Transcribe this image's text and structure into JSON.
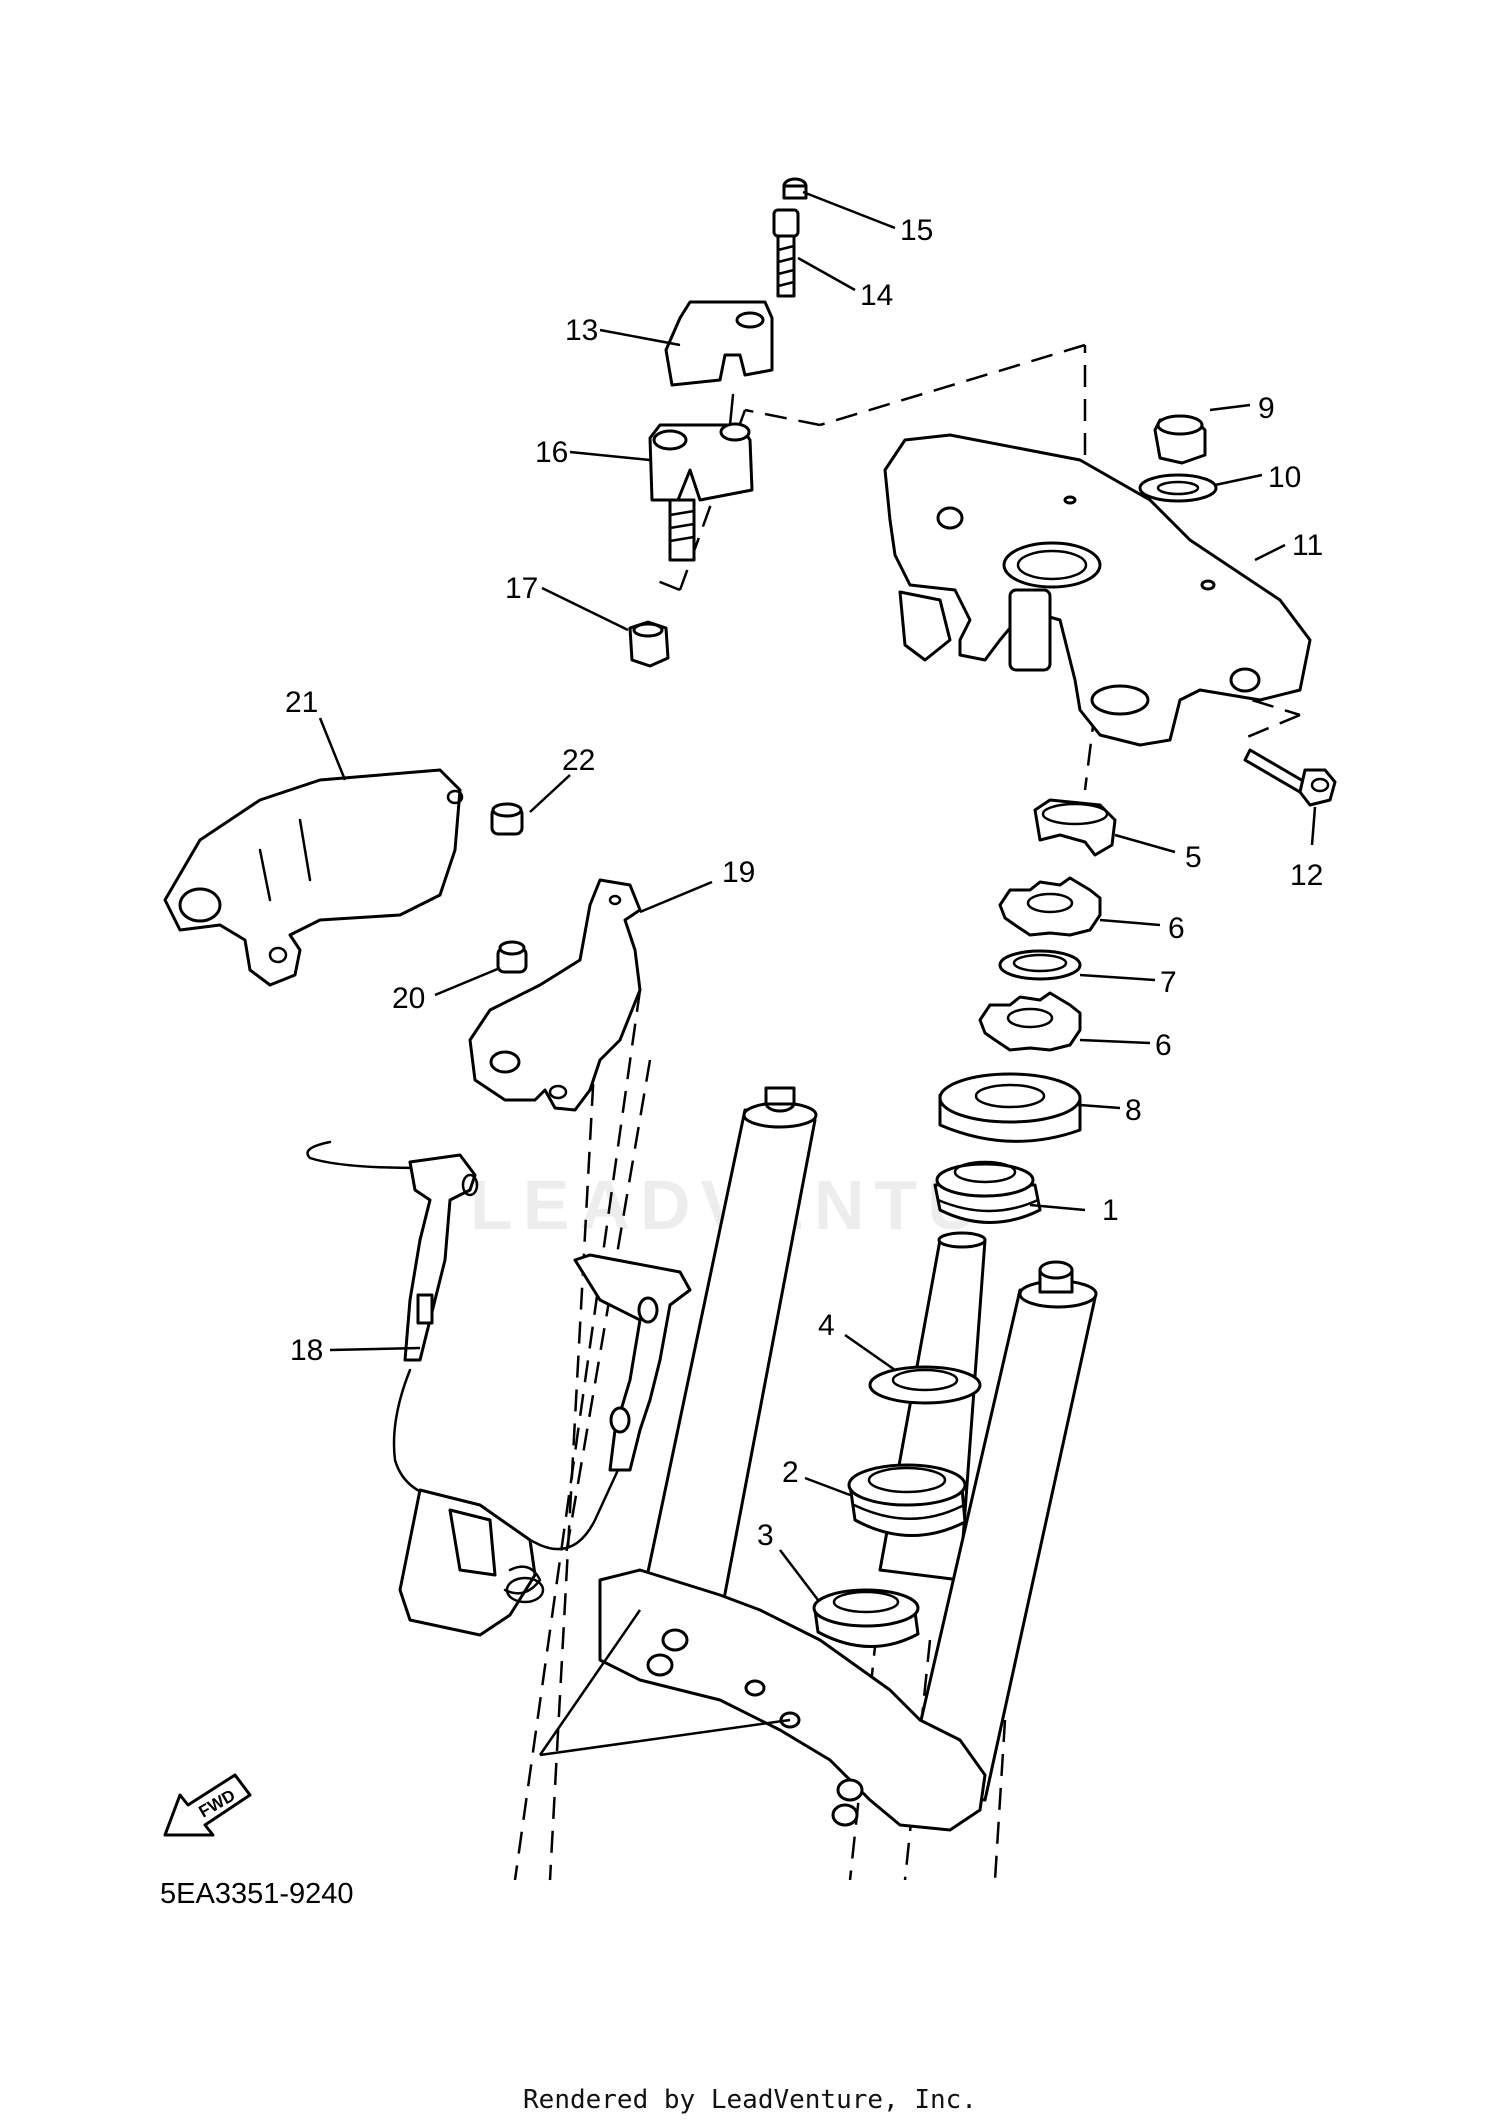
{
  "diagram": {
    "part_numbers": [
      "1",
      "2",
      "3",
      "4",
      "5",
      "6",
      "6",
      "7",
      "8",
      "9",
      "10",
      "11",
      "12",
      "13",
      "14",
      "15",
      "16",
      "17",
      "18",
      "19",
      "20",
      "21",
      "22"
    ],
    "reference_code": "5EA3351-9240",
    "fwd_label": "FWD",
    "watermark": "LEADVENTU",
    "footer": "Rendered by LeadVenture, Inc."
  }
}
